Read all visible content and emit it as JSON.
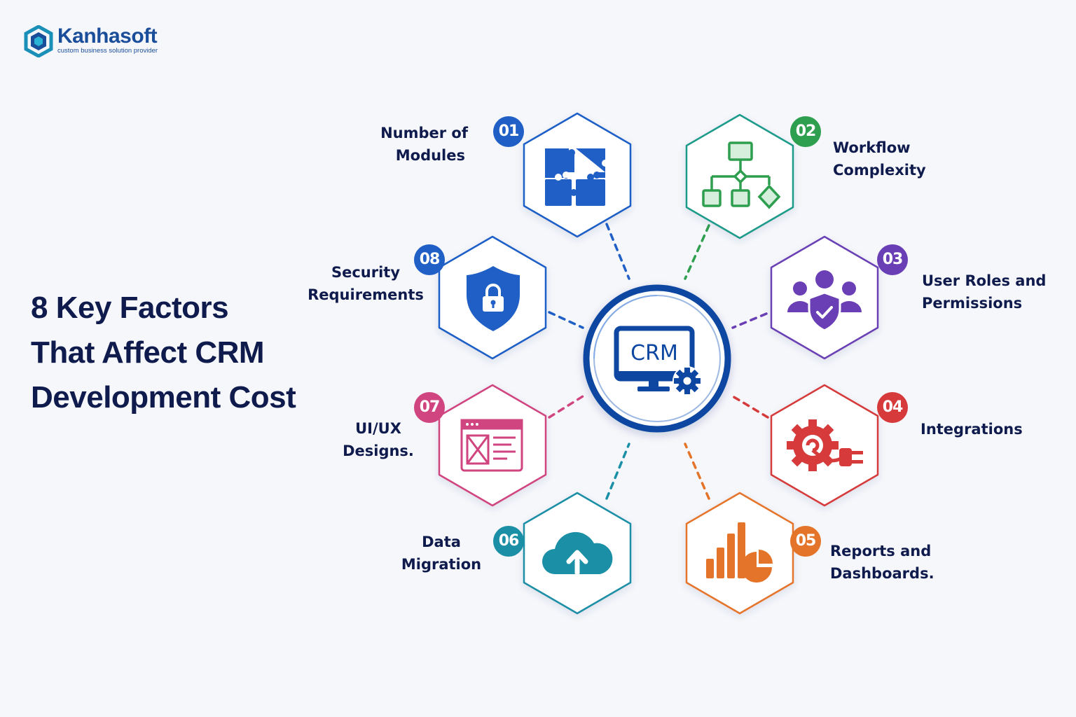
{
  "logo": {
    "name": "Kanhasoft",
    "tagline": "custom business solution provider"
  },
  "title": {
    "line1": "8 Key Factors",
    "line2": "That Affect CRM",
    "line3": "Development Cost"
  },
  "center": {
    "label": "CRM",
    "icon": "monitor-gear-icon",
    "color": "#0d47a1"
  },
  "factors": [
    {
      "number": "01",
      "line1": "Number of",
      "line2": "Modules",
      "icon": "puzzle-icon",
      "color": "#1f5fc6"
    },
    {
      "number": "02",
      "line1": "Workflow",
      "line2": "Complexity",
      "icon": "flowchart-icon",
      "color": "#2e9e4f"
    },
    {
      "number": "03",
      "line1": "User Roles and",
      "line2": "Permissions",
      "icon": "users-shield-icon",
      "color": "#6a3fb5"
    },
    {
      "number": "04",
      "line1": "Integrations",
      "line2": "",
      "icon": "gear-plug-icon",
      "color": "#d63a3a"
    },
    {
      "number": "05",
      "line1": "Reports and",
      "line2": "Dashboards.",
      "icon": "bar-pie-chart-icon",
      "color": "#e5742b"
    },
    {
      "number": "06",
      "line1": "Data",
      "line2": "Migration",
      "icon": "cloud-upload-icon",
      "color": "#1a8fa6"
    },
    {
      "number": "07",
      "line1": "UI/UX",
      "line2": "Designs.",
      "icon": "wireframe-icon",
      "color": "#d0457f"
    },
    {
      "number": "08",
      "line1": "Security",
      "line2": "Requirements",
      "icon": "shield-lock-icon",
      "color": "#1f5fc6"
    }
  ]
}
